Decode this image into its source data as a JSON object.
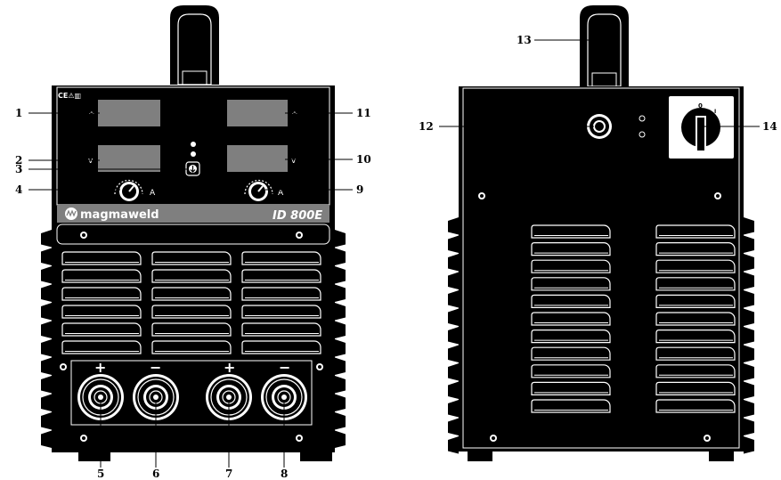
{
  "front_unit": {
    "brand": "magmaweld",
    "model": "ID 800E",
    "cert_marks": "CE⚠▥",
    "knob_unit_left": "A",
    "knob_unit_right": "A",
    "caret_up": "^",
    "caret_down": "v",
    "polarity": [
      "+",
      "−",
      "+",
      "−"
    ]
  },
  "callouts": {
    "c1": "1",
    "c2": "2",
    "c3": "3",
    "c4": "4",
    "c5": "5",
    "c6": "6",
    "c7": "7",
    "c8": "8",
    "c9": "9",
    "c10": "10",
    "c11": "11",
    "c12": "12",
    "c13": "13",
    "c14": "14"
  },
  "rear_unit": {
    "switch_mark_on": "I",
    "switch_mark_off": "0"
  },
  "colors": {
    "body": "#000000",
    "panel_gray": "#7f7f7f",
    "display": "#7f7f7f",
    "line": "#000000"
  }
}
